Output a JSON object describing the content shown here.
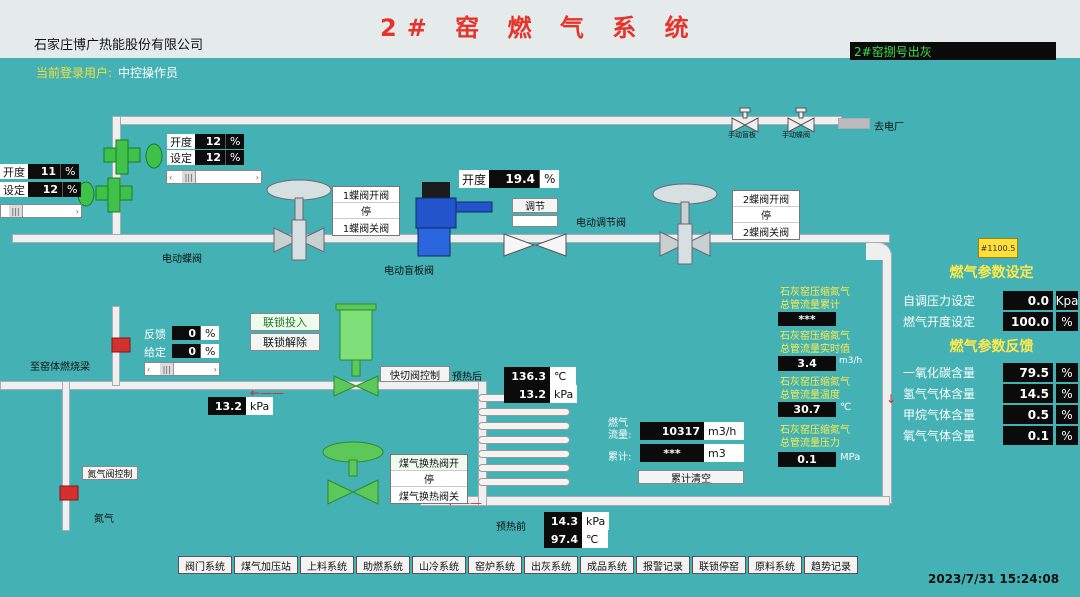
{
  "header": {
    "title": "2# 窑 燃 气 系 统",
    "company": "石家庄博广热能股份有限公司",
    "kiln_status": "2#窑捌号出灰",
    "user_prefix": "当前登录用户:",
    "user_role": "中控操作员"
  },
  "valves": {
    "left_upper": {
      "open_label": "开度",
      "open_value": "12",
      "set_label": "设定",
      "set_value": "12",
      "unit": "%"
    },
    "left_lower": {
      "open_label": "开度",
      "open_value": "11",
      "set_label": "设定",
      "set_value": "12",
      "unit": "%"
    },
    "butterfly1": {
      "open": "1蝶阀开阀",
      "stop": "停",
      "close": "1蝶阀关阀",
      "label": "电动蝶阀"
    },
    "electric_gate": {
      "label": "电动盲板阀",
      "open_label": "开度",
      "open_value": "19.4",
      "unit": "%"
    },
    "regulator": {
      "button": "调节",
      "label": "电动调节阀"
    },
    "butterfly2": {
      "open": "2蝶阀开阀",
      "stop": "停",
      "close": "2蝶阀关阀"
    },
    "manual1": "手动盲板",
    "manual2": "手动蝶阀",
    "to_plant": "去电厂",
    "feedback_label": "反馈",
    "feedback_value": "0",
    "given_label": "给定",
    "given_value": "0",
    "percent": "%",
    "interlock_on": "联锁投入",
    "interlock_off": "联锁解除",
    "to_burner": "至窑体燃烧梁",
    "quick_cut": "快切阀控制",
    "after_preheat": "预热后",
    "before_preheat": "预热前",
    "nitrogen_ctrl": "氮气阀控制",
    "nitrogen": "氮气",
    "hx_open": "煤气换热阀开",
    "hx_stop": "停",
    "hx_close": "煤气换热阀关"
  },
  "readings": {
    "pressure_left": {
      "value": "13.2",
      "unit": "kPa"
    },
    "after_temp": {
      "value": "136.3",
      "unit": "℃"
    },
    "after_press": {
      "value": "13.2",
      "unit": "kPa"
    },
    "before_press": {
      "value": "14.3",
      "unit": "kPa"
    },
    "before_temp": {
      "value": "97.4",
      "unit": "℃"
    },
    "gas_flow_label": "燃气\n流量:",
    "gas_flow": {
      "value": "10317",
      "unit": "m3/h"
    },
    "total_label": "累计:",
    "total": {
      "value": "***",
      "unit": "m3"
    },
    "total_clear": "累计清空"
  },
  "lime_kiln": {
    "total_label": "石灰窑压缩氮气\n总管流量累计",
    "total_value": "***",
    "realtime_label": "石灰窑压缩氮气\n总管流量实时值",
    "realtime_value": "3.4",
    "realtime_unit": "m3/h",
    "temp_label": "石灰窑压缩氮气\n总管流量温度",
    "temp_value": "30.7",
    "temp_unit": "℃",
    "press_label": "石灰窑压缩氮气\n总管流量压力",
    "press_value": "0.1",
    "press_unit": "MPa"
  },
  "params": {
    "tag": "#1100.5",
    "settings_title": "燃气参数设定",
    "settings": [
      {
        "k": "自调压力设定",
        "v": "0.0",
        "u": "Kpa"
      },
      {
        "k": "燃气开度设定",
        "v": "100.0",
        "u": "%"
      }
    ],
    "feedback_title": "燃气参数反馈",
    "feedback": [
      {
        "k": "一氧化碳含量",
        "v": "79.5",
        "u": "%"
      },
      {
        "k": "氢气气体含量",
        "v": "14.5",
        "u": "%"
      },
      {
        "k": "甲烷气体含量",
        "v": "0.5",
        "u": "%"
      },
      {
        "k": "氧气气体含量",
        "v": "0.1",
        "u": "%"
      }
    ]
  },
  "nav": [
    "阀门系统",
    "煤气加压站",
    "上料系统",
    "助燃系统",
    "山冷系统",
    "窑炉系统",
    "出灰系统",
    "成品系统",
    "报警记录",
    "联锁停窑",
    "原料系统",
    "趋势记录"
  ],
  "clock": "2023/7/31 15:24:08",
  "colors": {
    "bg": "#44b2b4",
    "title": "#e8332b",
    "label_yellow": "#ffe94a",
    "valve_green": "#3fc24a",
    "actuator_blue": "#2255cc"
  }
}
